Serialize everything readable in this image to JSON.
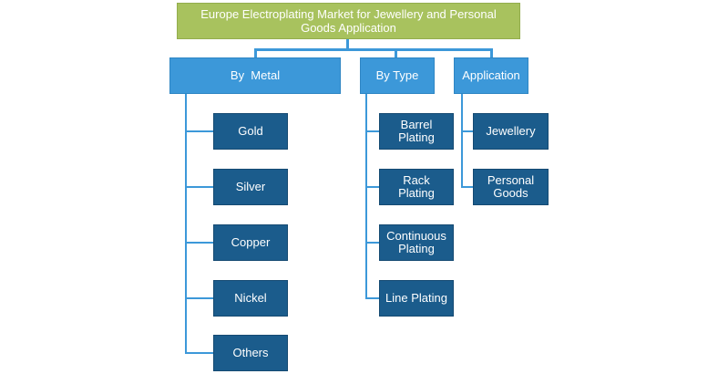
{
  "root": {
    "title": "Europe Electroplating Market for Jewellery and Personal Goods Application"
  },
  "categories": [
    {
      "label": "By  Metal",
      "items": [
        "Gold",
        "Silver",
        "Copper",
        "Nickel",
        "Others"
      ]
    },
    {
      "label": "By Type",
      "items": [
        "Barrel Plating",
        "Rack Plating",
        "Continuous Plating",
        "Line Plating"
      ]
    },
    {
      "label": "Application",
      "items": [
        "Jewellery",
        "Personal Goods"
      ]
    }
  ]
}
